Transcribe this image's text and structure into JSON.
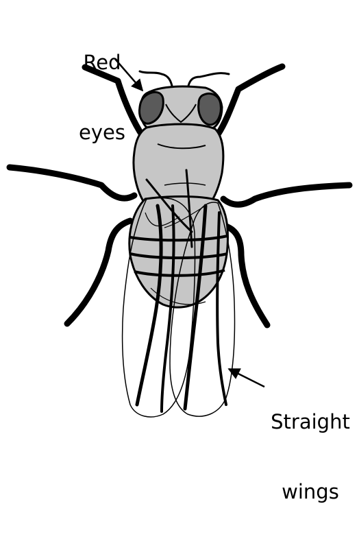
{
  "labels": {
    "eyes_line1": "Red",
    "eyes_line2": "eyes",
    "wings_line1": "Straight",
    "wings_line2": "wings"
  },
  "colors": {
    "body_fill": "#c6c6c6",
    "eye_fill": "#5a5a5a",
    "outline": "#000000",
    "background": "#ffffff"
  }
}
